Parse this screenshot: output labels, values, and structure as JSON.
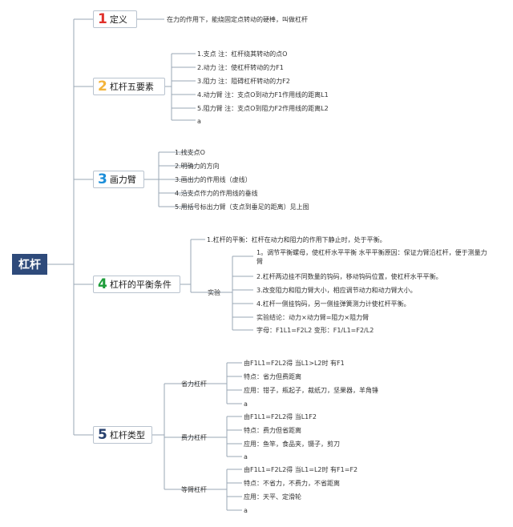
{
  "root": "杠杆",
  "colors": {
    "root_bg": "#2e4a7a",
    "line": "#9aa7b5",
    "n1": "#e0312b",
    "n2": "#f3b43a",
    "n3": "#1c8ed9",
    "n4": "#1d9c3a",
    "n5": "#27406e"
  },
  "topics": [
    {
      "num": "1",
      "label": "定义"
    },
    {
      "num": "2",
      "label": "杠杆五要素"
    },
    {
      "num": "3",
      "label": "画力臂"
    },
    {
      "num": "4",
      "label": "杠杆的平衡条件"
    },
    {
      "num": "5",
      "label": "杠杆类型"
    }
  ],
  "definition": "在力的作用下，能绕固定点转动的硬棒，叫做杠杆",
  "five_elements": [
    "1.支点 注：杠杆绕其转动的点O",
    "2.动力 注：使杠杆转动的力F1",
    "3.阻力 注：阻碍杠杆转动的力F2",
    "4.动力臂 注：支点O到动力F1作用线的距离L1",
    "5.阻力臂 注：支点O到阻力F2作用线的距离L2",
    "a"
  ],
  "draw_arm": [
    "1.找支点O",
    "2.明确力的方向",
    "3.画出力的作用线（虚线）",
    "4.沿支点作力的作用线的垂线",
    "5.用括号标出力臂（支点到垂足的距离）见上图"
  ],
  "balance": {
    "definition": "1.杠杆的平衡：杠杆在动力和阻力的作用下静止时，处于平衡。",
    "experiment_label": "实验",
    "experiment": [
      "1。调节平衡螺母，使杠杆水平平衡 水平平衡原因：保证力臂沿杠杆，便于测量力臂",
      "2.杠杆两边挂不同数量的钩码，移动钩码位置，使杠杆水平平衡。",
      "3.改变阻力和阻力臂大小，相应调节动力和动力臂大小。",
      "4.杠杆一侧挂钩码，另一侧挂弹簧测力计使杠杆平衡。",
      "实验结论：动力×动力臂=阻力×阻力臂",
      "字母：F1L1=F2L2 变形：F1/L1=F2/L2"
    ]
  },
  "types": [
    {
      "label": "省力杠杆",
      "items": [
        "由F1L1=F2L2得 当L1>L2时 有F1",
        "特点：省力但费距离",
        "应用：钳子，瓶起子，裁纸刀，坚果器，羊角锤",
        "a"
      ]
    },
    {
      "label": "费力杠杆",
      "items": [
        "由F1L1=F2L2得 当L1F2",
        "特点：费力但省距离",
        "应用：鱼竿，食品夹，镊子，剪刀",
        "a"
      ]
    },
    {
      "label": "等臂杠杆",
      "items": [
        "由F1L1=F2L2得 当L1=L2时 有F1=F2",
        "特点：不省力，不费力，不省距离",
        "应用：天平、定滑轮",
        "a"
      ]
    }
  ]
}
